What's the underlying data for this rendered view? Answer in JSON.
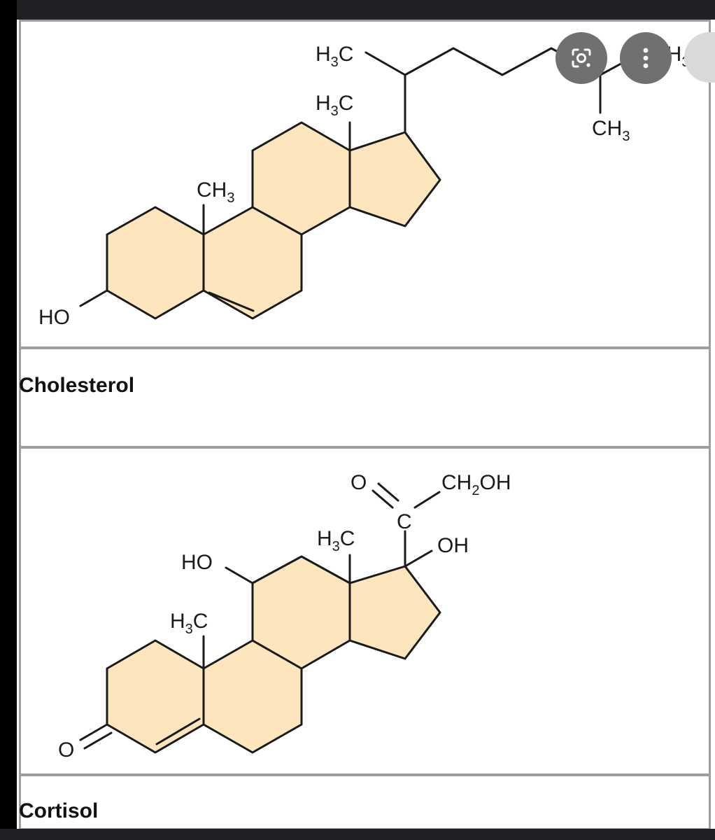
{
  "molecules": [
    {
      "name": "Cholesterol",
      "labels": {
        "h3c_side": "H3C",
        "h3c_c13": "H3C",
        "ch3_c10": "CH3",
        "ch3_end": "CH3",
        "ch3_branch": "CH3",
        "ho": "HO"
      }
    },
    {
      "name": "Cortisol",
      "labels": {
        "o_ketone": "O",
        "c_carbonyl": "C",
        "ch2oh": "CH2OH",
        "oh": "OH",
        "h3c_c13": "H3C",
        "ho": "HO",
        "h3c_c10": "H3C",
        "o_ring": "O"
      }
    }
  ],
  "overlay": {
    "lens_icon": "google-lens-icon",
    "more_icon": "more-vertical-icon",
    "color": "#707070"
  }
}
